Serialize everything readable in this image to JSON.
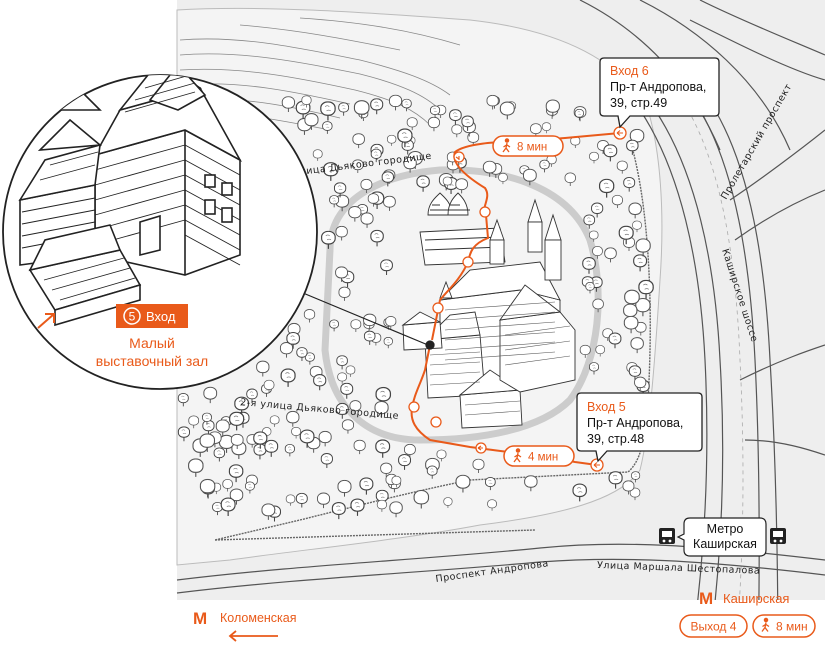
{
  "accent_color": "#e95a1a",
  "streets": {
    "dyakovo_1": "1-я улица Дьяково городище",
    "dyakovo_2": "2-я улица Дьяково городище",
    "proletarsky": "Пролетарский проспект",
    "kashirskoe": "Каширское шоссе",
    "andropova": "Проспект Андропова",
    "shestopalova": "Улица Маршала Шестопалова"
  },
  "entrances": {
    "entrance_6": {
      "title": "Вход 6",
      "line1": "Пр-т Андропова,",
      "line2": "39, стр.49"
    },
    "entrance_5": {
      "title": "Вход 5",
      "line1": "Пр-т Андропова,",
      "line2": "39, стр.48"
    }
  },
  "walk_times": {
    "to_entrance_6": "8 мин",
    "to_entrance_5": "4 мин",
    "from_metro": "8 мин"
  },
  "inset": {
    "badge_number": "5",
    "badge_label": "Вход",
    "caption_line1": "Малый",
    "caption_line2": "выставочный зал"
  },
  "metro": {
    "kashirskaya": "Каширская",
    "kolomenskaya": "Коломенская",
    "exit_label": "Выход 4",
    "bus_stop_line1": "Метро",
    "bus_stop_line2": "Каширская",
    "metro_glyph": "М"
  },
  "icons": [
    "walking-person-icon",
    "metro-icon",
    "bus-stop-icon",
    "arrow-icon",
    "tree-icon"
  ]
}
